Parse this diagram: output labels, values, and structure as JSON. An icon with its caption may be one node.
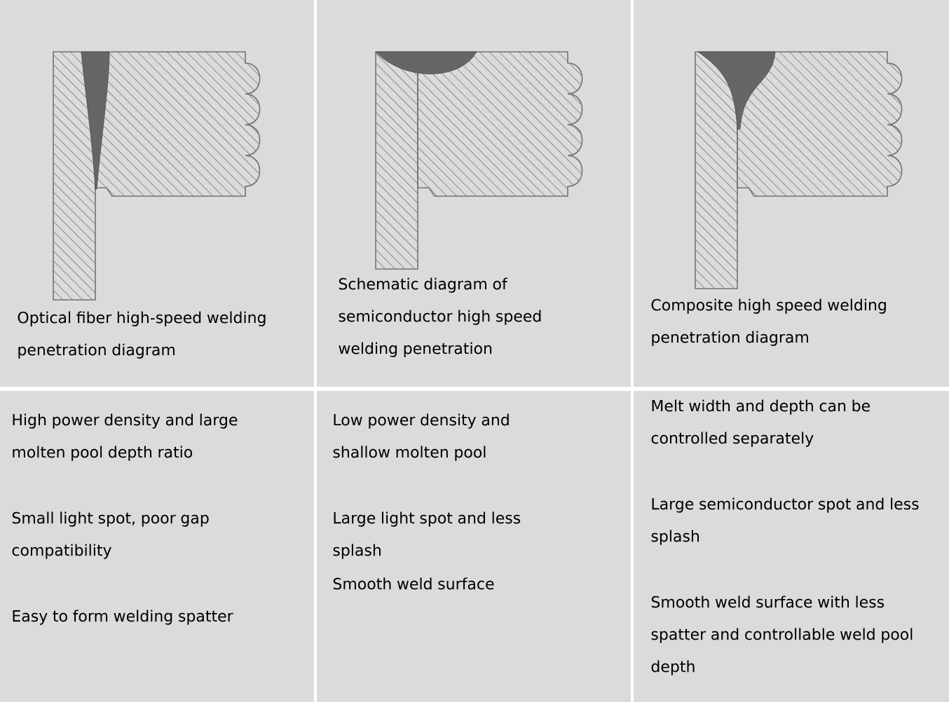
{
  "diagram": {
    "labels": [
      "Optical fiber high-speed welding penetration diagram",
      "Schematic diagram of semiconductor high speed welding penetration",
      "Composite high speed welding penetration diagram",
      "High power density and large molten pool depth ratio",
      "Small light spot, poor gap compatibility",
      "Easy to form welding spatter",
      "Low power density and shallow molten pool",
      "Large light spot and less splash",
      "Smooth weld surface",
      "Melt width and depth can be controlled separately",
      "Large semiconductor spot and less splash",
      "Smooth weld surface with less spatter and controllable weld pool depth"
    ]
  }
}
